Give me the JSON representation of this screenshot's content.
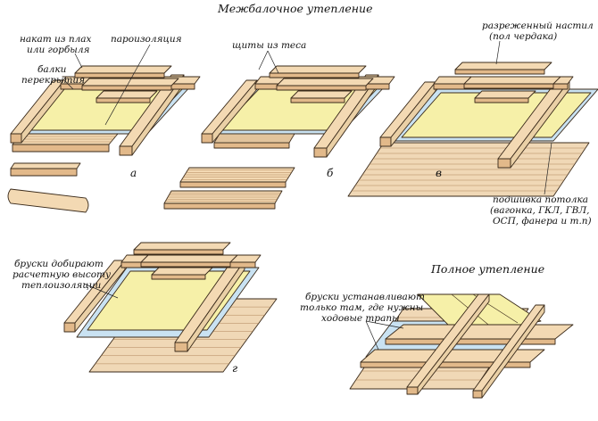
{
  "titles": {
    "interbeam": "Межбалочное утепление",
    "full": "Полное утепление"
  },
  "labels": {
    "nakat_1": "накат из плах",
    "nakat_2": "или горбыля",
    "paroiz": "пароизоляция",
    "balki_1": "балки",
    "balki_2": "перекрытия",
    "shchity": "щиты из теса",
    "nastil_1": "разреженный настил",
    "nastil_2": "(пол чердака)",
    "podshivka_1": "подшивка потолка",
    "podshivka_2": "(вагонка, ГКЛ, ГВЛ,",
    "podshivka_3": "ОСП, фанера и т.п)",
    "bruski_1": "бруски добирают",
    "bruski_2": "расчетную высоту",
    "bruski_3": "теплоизоляции",
    "bruski_trap_1": "бруски устанавливают",
    "bruski_trap_2": "только там, где нужны",
    "bruski_trap_3": "ходовые трапы"
  },
  "letters": {
    "a": "а",
    "b": "б",
    "v": "в",
    "g": "г"
  },
  "colors": {
    "wood": "#f3d9b3",
    "wood_dark": "#e2b98a",
    "outline": "#3a2a1a",
    "insulation": "#f6f0a8",
    "vapor": "#c9e2f2",
    "grain": "#b0855a"
  }
}
